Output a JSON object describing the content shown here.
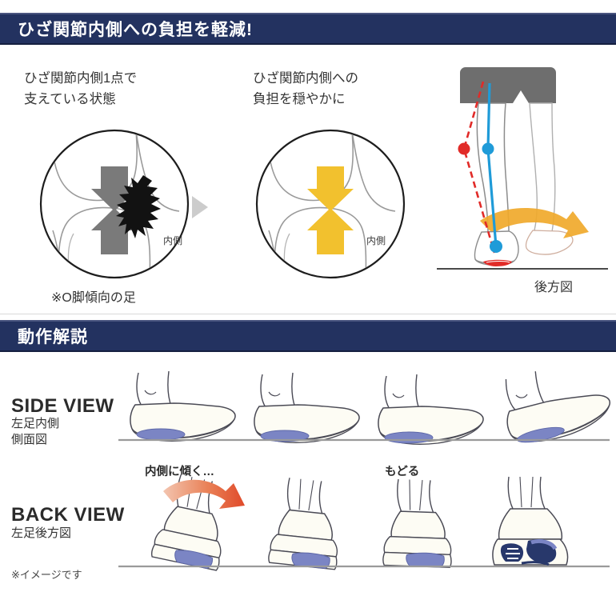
{
  "banners": {
    "main": "ひざ関節内側への負担を軽減!",
    "movement": "動作解説"
  },
  "section_knee": {
    "caption_left": "ひざ関節内側1点で\n支えている状態",
    "caption_right": "ひざ関節内側への\n負担を穏やかに",
    "inner_label_left": "内側",
    "inner_label_right": "内側",
    "o_leg_note": "※O脚傾向の足",
    "rear_view_label": "後方図",
    "separator_icon": "triangle-right-icon",
    "colors": {
      "gray_arrow": "#7a7a7a",
      "yellow_arrow": "#F2C12E",
      "impact_zigzag": "#1a1a1a",
      "red_line": "#E12B28",
      "blue_line": "#1F9BD8",
      "orange_swoosh": "#F0A92B",
      "shorts_gray": "#6e6e6e"
    }
  },
  "section_motion": {
    "side_view": {
      "title": "SIDE VIEW",
      "subtitle": "左足内側\n側面図",
      "frames": 4
    },
    "back_view": {
      "title": "BACK VIEW",
      "subtitle": "左足後方図",
      "frames": 4,
      "annotation_tilt": "内側に傾く…",
      "annotation_return": "もどる"
    },
    "footnote": "※イメージです",
    "colors": {
      "shoe_body": "#fdfcf4",
      "shoe_outline": "#4a4a55",
      "insert_blue": "#7b85c4",
      "insert_navy": "#28386b",
      "ground": "#9a9a9a",
      "red_arrow": "#E04A2A"
    }
  },
  "theme": {
    "banner_navy": "#233260",
    "banner_text": "#ffffff",
    "page_background": "#ffffff",
    "divider": "#d8d8d8"
  }
}
